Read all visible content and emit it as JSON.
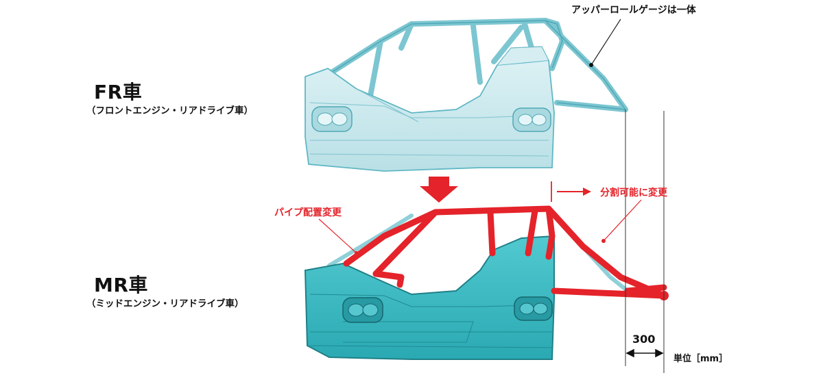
{
  "fr": {
    "title": "FR車",
    "subtitle": "（フロントエンジン・リアドライブ車）"
  },
  "mr": {
    "title": "MR車",
    "subtitle": "（ミッドエンジン・リアドライブ車）"
  },
  "annotations": {
    "upper_roll_cage": "アッパーロールゲージは一体",
    "pipe_layout_change": "パイプ配置変更",
    "split_possible": "分割可能に変更"
  },
  "dimension": {
    "value": "300",
    "unit_label": "単位［mm］"
  },
  "colors": {
    "fr_body": "#c9e9ee",
    "fr_line": "#5fb7c4",
    "mr_body": "#37bcc4",
    "mr_line": "#1f7f87",
    "highlight": "#e4232a"
  }
}
